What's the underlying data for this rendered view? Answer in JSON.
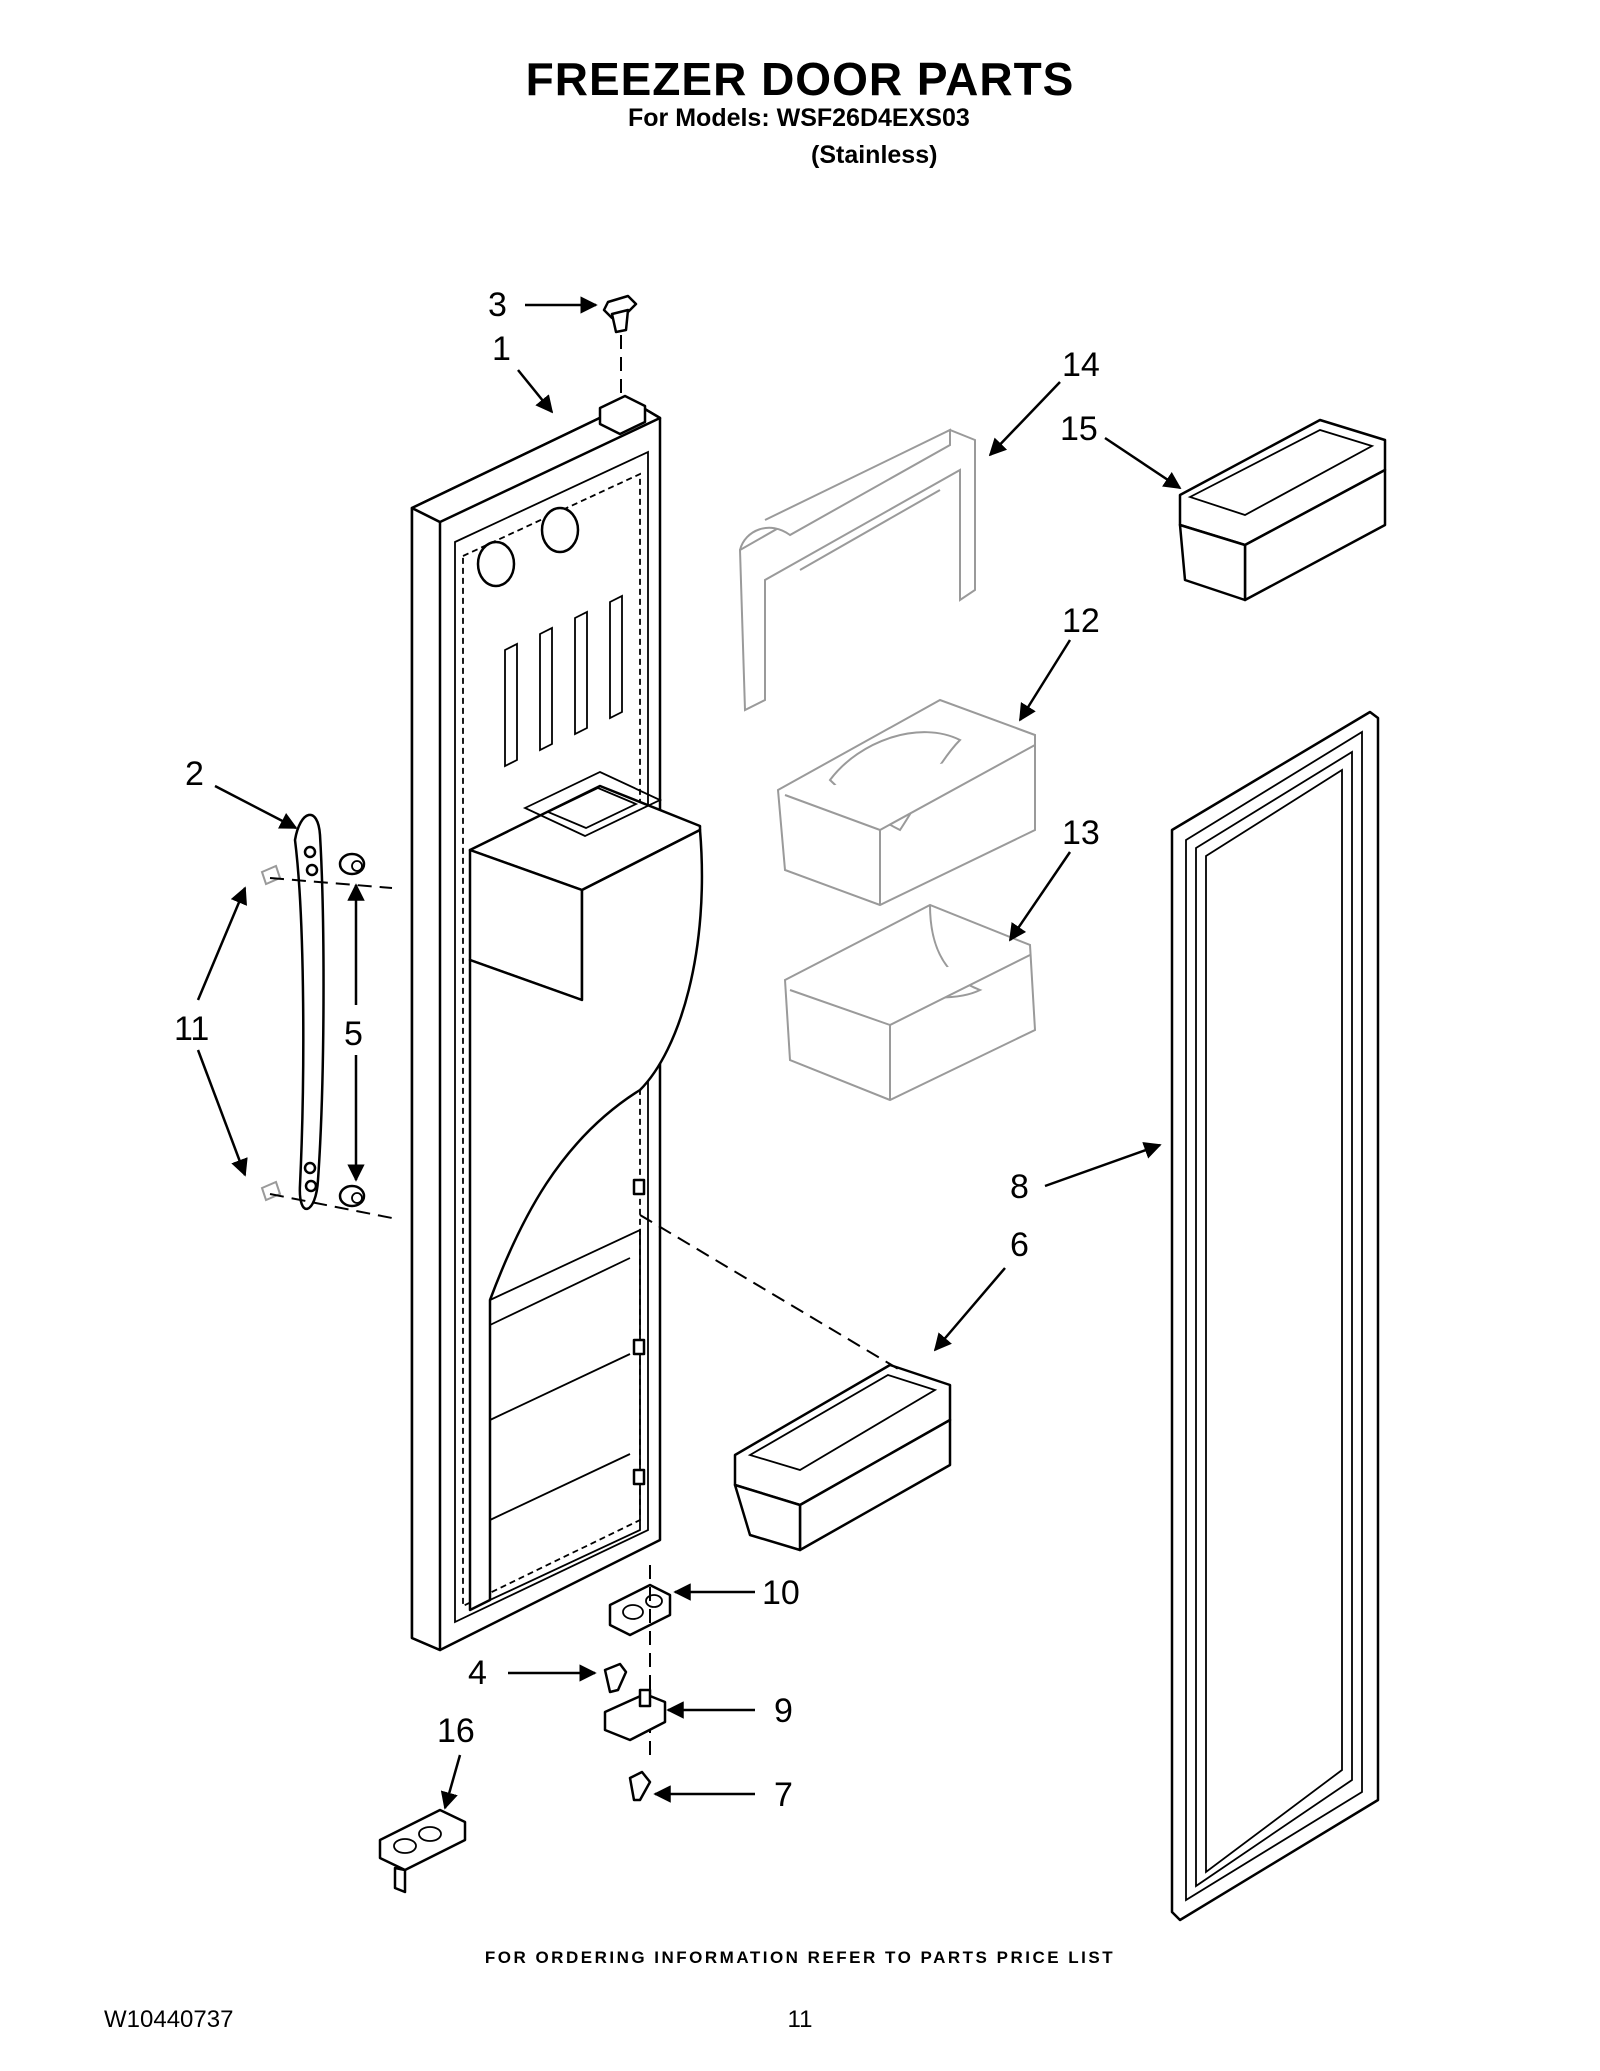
{
  "header": {
    "title": "FREEZER DOOR PARTS",
    "models_line": "For Models: WSF26D4EXS03",
    "finish_line": "(Stainless)"
  },
  "callouts": [
    {
      "id": "c1",
      "label": "1"
    },
    {
      "id": "c2",
      "label": "2"
    },
    {
      "id": "c3",
      "label": "3"
    },
    {
      "id": "c4",
      "label": "4"
    },
    {
      "id": "c5",
      "label": "5"
    },
    {
      "id": "c6",
      "label": "6"
    },
    {
      "id": "c7",
      "label": "7"
    },
    {
      "id": "c8",
      "label": "8"
    },
    {
      "id": "c9",
      "label": "9"
    },
    {
      "id": "c10",
      "label": "10"
    },
    {
      "id": "c11",
      "label": "11"
    },
    {
      "id": "c12",
      "label": "12"
    },
    {
      "id": "c13",
      "label": "13"
    },
    {
      "id": "c14",
      "label": "14"
    },
    {
      "id": "c15",
      "label": "15"
    },
    {
      "id": "c16",
      "label": "16"
    }
  ],
  "footer": {
    "ordering_note": "FOR ORDERING INFORMATION REFER TO PARTS PRICE LIST",
    "document_number": "W10440737",
    "page_number": "11"
  }
}
